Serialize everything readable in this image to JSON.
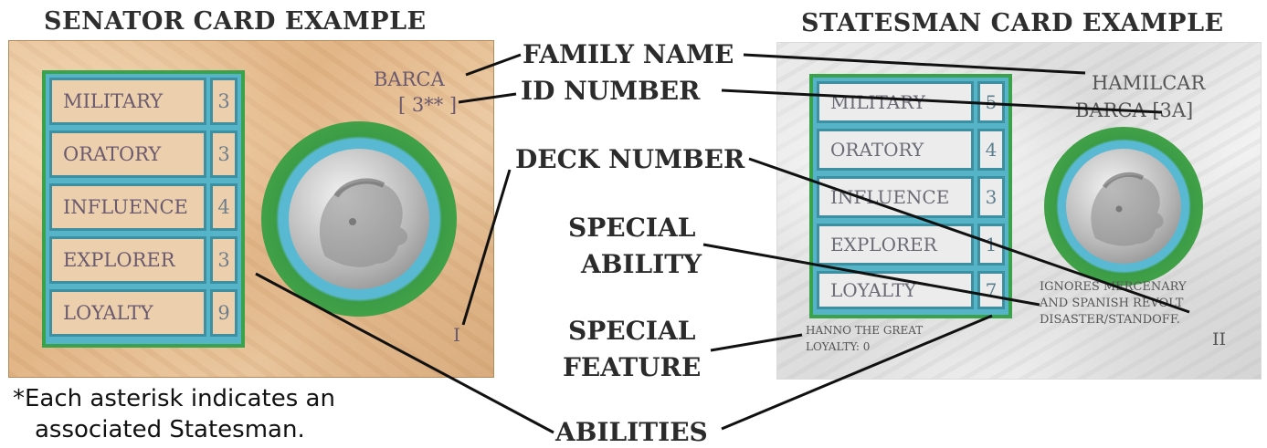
{
  "headings": {
    "senator": "SENATOR CARD EXAMPLE",
    "statesman": "STATESMAN CARD EXAMPLE"
  },
  "callouts": {
    "family_name": "FAMILY NAME",
    "id_number": "ID NUMBER",
    "deck_number": "DECK NUMBER",
    "special_ability_1": "SPECIAL",
    "special_ability_2": "ABILITY",
    "special_feature_1": "SPECIAL",
    "special_feature_2": "FEATURE",
    "abilities": "ABILITIES"
  },
  "senator_card": {
    "family": "BARCA",
    "id": "[ 3** ]",
    "deck": "I",
    "stats": [
      {
        "name": "MILITARY",
        "value": "3"
      },
      {
        "name": "ORATORY",
        "value": "3"
      },
      {
        "name": "INFLUENCE",
        "value": "4"
      },
      {
        "name": "EXPLORER",
        "value": "3"
      },
      {
        "name": "LOYALTY",
        "value": "9"
      }
    ]
  },
  "statesman_card": {
    "name_line1": "HAMILCAR",
    "name_line2": "BARCA [3A]",
    "deck": "II",
    "ability_line1": "IGNORES MERCENARY",
    "ability_line2": "AND SPANISH REVOLT",
    "ability_line3": "DISASTER/STANDOFF.",
    "feature_line1": "HANNO THE GREAT",
    "feature_line2": "LOYALTY: 0",
    "stats": [
      {
        "name": "MILITARY",
        "value": "5"
      },
      {
        "name": "ORATORY",
        "value": "4"
      },
      {
        "name": "INFLUENCE",
        "value": "3"
      },
      {
        "name": "EXPLORER",
        "value": "1"
      },
      {
        "name": "LOYALTY",
        "value": "7"
      }
    ]
  },
  "footnote": {
    "line1": "*Each asterisk indicates an",
    "line2": "associated Statesman."
  }
}
